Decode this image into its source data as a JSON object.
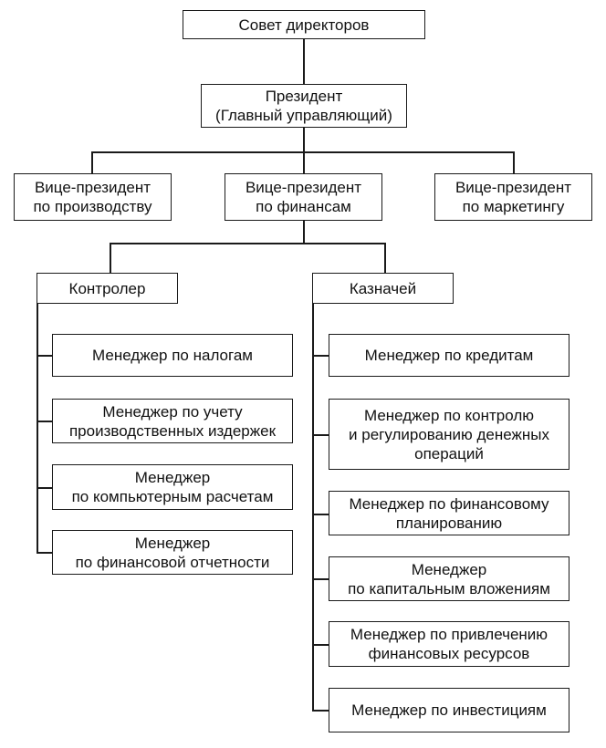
{
  "board": {
    "line1": "Совет директоров"
  },
  "president": {
    "line1": "Президент",
    "line2": "(Главный управляющий)"
  },
  "vp_production": {
    "line1": "Вице-президент",
    "line2": "по производству"
  },
  "vp_finance": {
    "line1": "Вице-президент",
    "line2": "по финансам"
  },
  "vp_marketing": {
    "line1": "Вице-президент",
    "line2": "по маркетингу"
  },
  "controller": {
    "line1": "Контролер"
  },
  "treasurer": {
    "line1": "Казначей"
  },
  "controller_reports": [
    {
      "line1": "Менеджер по налогам"
    },
    {
      "line1": "Менеджер по учету",
      "line2": "производственных издержек"
    },
    {
      "line1": "Менеджер",
      "line2": "по компьютерным расчетам"
    },
    {
      "line1": "Менеджер",
      "line2": "по финансовой отчетности"
    }
  ],
  "treasurer_reports": [
    {
      "line1": "Менеджер по кредитам"
    },
    {
      "line1": "Менеджер по контролю",
      "line2": "и регулированию денежных",
      "line3": "операций"
    },
    {
      "line1": "Менеджер по финансовому",
      "line2": "планированию"
    },
    {
      "line1": "Менеджер",
      "line2": "по капитальным вложениям"
    },
    {
      "line1": "Менеджер по привлечению",
      "line2": "финансовых ресурсов"
    },
    {
      "line1": "Менеджер по инвестициям"
    }
  ]
}
